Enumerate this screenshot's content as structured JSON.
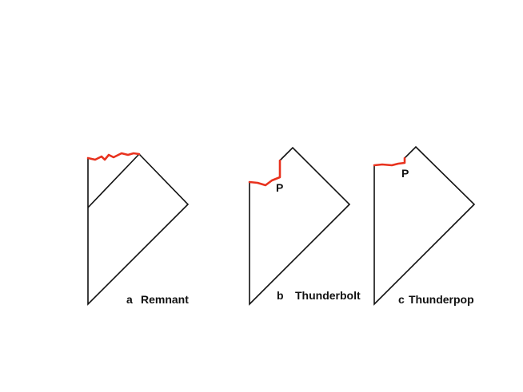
{
  "diagrams": [
    {
      "letter": "a",
      "name": "Remnant"
    },
    {
      "letter": "b",
      "name": "Thunderbolt",
      "point_label": "P"
    },
    {
      "letter": "c",
      "name": "Thunderpop",
      "point_label": "P"
    }
  ],
  "colors": {
    "outline": "#111111",
    "singularity": "#e8321e"
  }
}
